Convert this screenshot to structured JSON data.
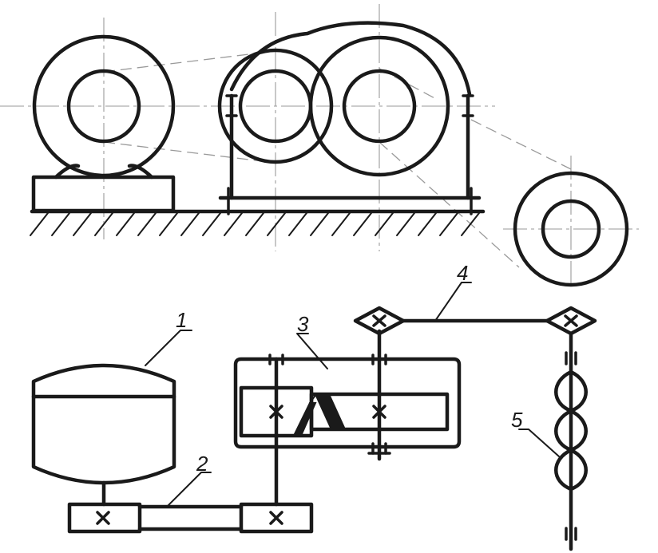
{
  "callouts": {
    "motor": "1",
    "coupling": "2",
    "gearbox": "3",
    "shaft": "4",
    "drum": "5"
  },
  "colors": {
    "ink": "#1a1a1a",
    "centerline": "#9a9a9a"
  }
}
